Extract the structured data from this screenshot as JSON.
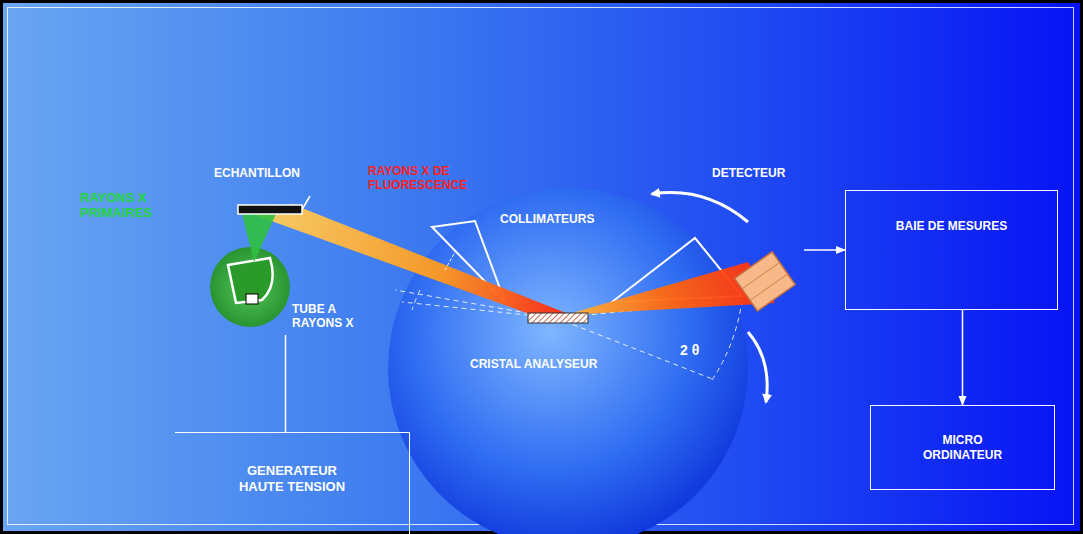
{
  "diagram": {
    "nodes": [
      {
        "text": [
          "ECHANTILLON"
        ]
      },
      {
        "text": [
          "TUBE A RAYONS X"
        ]
      },
      {
        "text": [
          "DETECTEUR"
        ]
      },
      {
        "text": [
          "BAIE DE MESURES"
        ]
      },
      {
        "text": [
          "MICRO ORDINATEUR"
        ]
      },
      {
        "text": [
          "GENERATEUR HAUTE TENSION"
        ]
      }
    ],
    "edges": [
      {
        "from": 2,
        "to": 3,
        "arrow": "to"
      },
      {
        "from": 3,
        "to": 4,
        "arrow": "to"
      },
      {
        "from": 5,
        "to": 1,
        "arrow": "none"
      }
    ],
    "labels": [
      "RAYONS X PRIMAIRES",
      "RAYONS X DE FLUORESCENCE",
      "COLLIMATEURS",
      "CRISTAL ANALYSEUR",
      "2 θ"
    ]
  }
}
